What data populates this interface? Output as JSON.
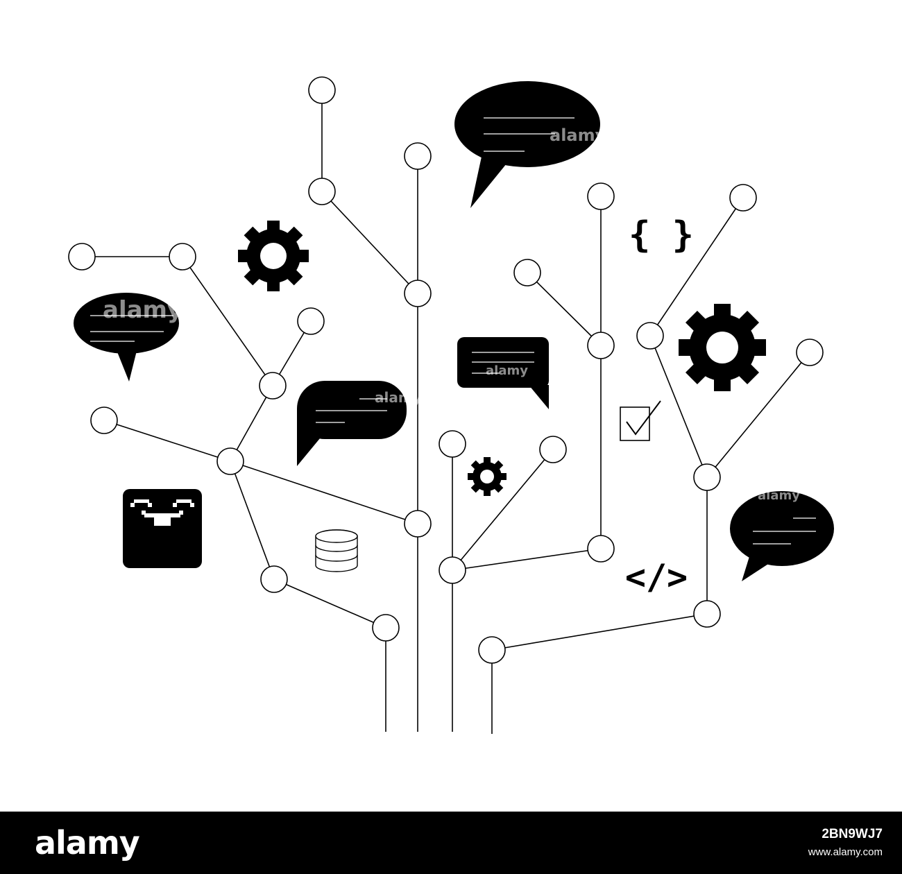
{
  "illustration": {
    "icons": [
      "speech-bubble-icon",
      "gear-icon",
      "curly-braces-icon",
      "code-tag-icon",
      "checkbox-icon",
      "database-icon",
      "robot-face-icon"
    ],
    "braces_glyph": "{ }",
    "code_glyph": "</>",
    "watermark": "alamy"
  },
  "footer": {
    "brand": "alamy",
    "image_id": "2BN9WJ7",
    "url": "www.alamy.com"
  },
  "colors": {
    "ink": "#000000",
    "background": "#ffffff",
    "footer": "#000000"
  }
}
